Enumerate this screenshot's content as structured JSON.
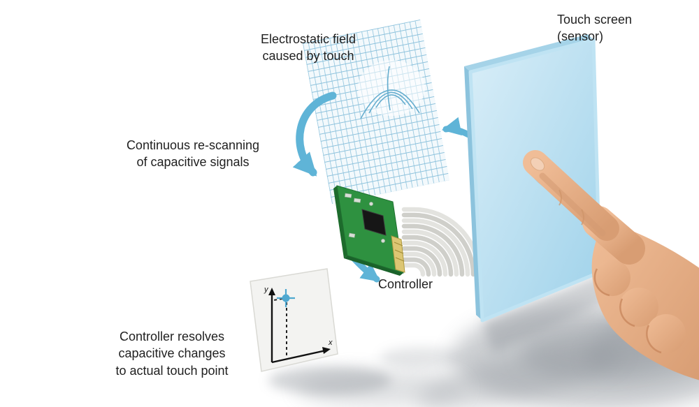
{
  "diagram": {
    "subject": "How a capacitive touch screen works",
    "labels": {
      "electrostatic_field": "Electrostatic field\ncaused by touch",
      "touch_screen": "Touch screen\n(sensor)",
      "rescanning": "Continuous re-scanning\nof capacitive signals",
      "controller": "Controller",
      "resolves": "Controller resolves\ncapacitive changes\nto actual touch point",
      "axis_x": "x",
      "axis_y": "y"
    },
    "colors": {
      "arrow_blue": "#5fb4d7",
      "mesh_line": "#79b7d6",
      "screen_face": "#bfe3f3",
      "screen_edge": "#8cc3dd",
      "pcb_green": "#2e9140",
      "pcb_edge": "#1d6b2c",
      "chip_black": "#161616",
      "connector_gold": "#dcc673",
      "skin": "#e9b28b",
      "skin_shadow": "#c9885e",
      "shadow_gray": "#8d939a",
      "panel_white": "#f3f3f1",
      "touch_dot": "#4fa8d0",
      "text_dark": "#1f1f1f"
    }
  }
}
